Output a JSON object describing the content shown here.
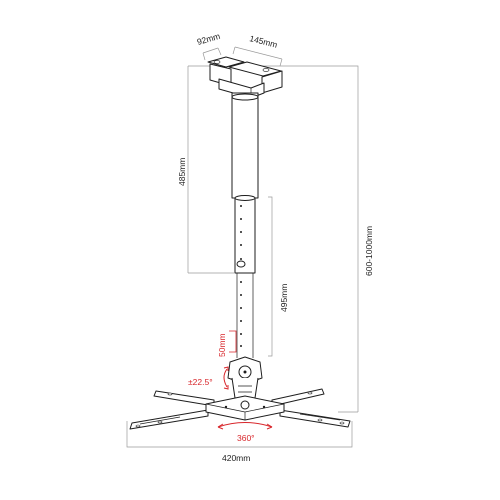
{
  "diagram": {
    "labels": {
      "bracket_depth": "92mm",
      "bracket_width": "145mm",
      "upper_tube_length": "485mm",
      "total_height_range": "600-1000mm",
      "lower_tube_length": "495mm",
      "hole_spacing": "50mm",
      "tilt_angle": "±22.5°",
      "rotation": "360°",
      "arm_span": "420mm"
    },
    "colors": {
      "line": "#1e1e1e",
      "dimension": "#9a9a9a",
      "accent": "#d8262b"
    }
  }
}
